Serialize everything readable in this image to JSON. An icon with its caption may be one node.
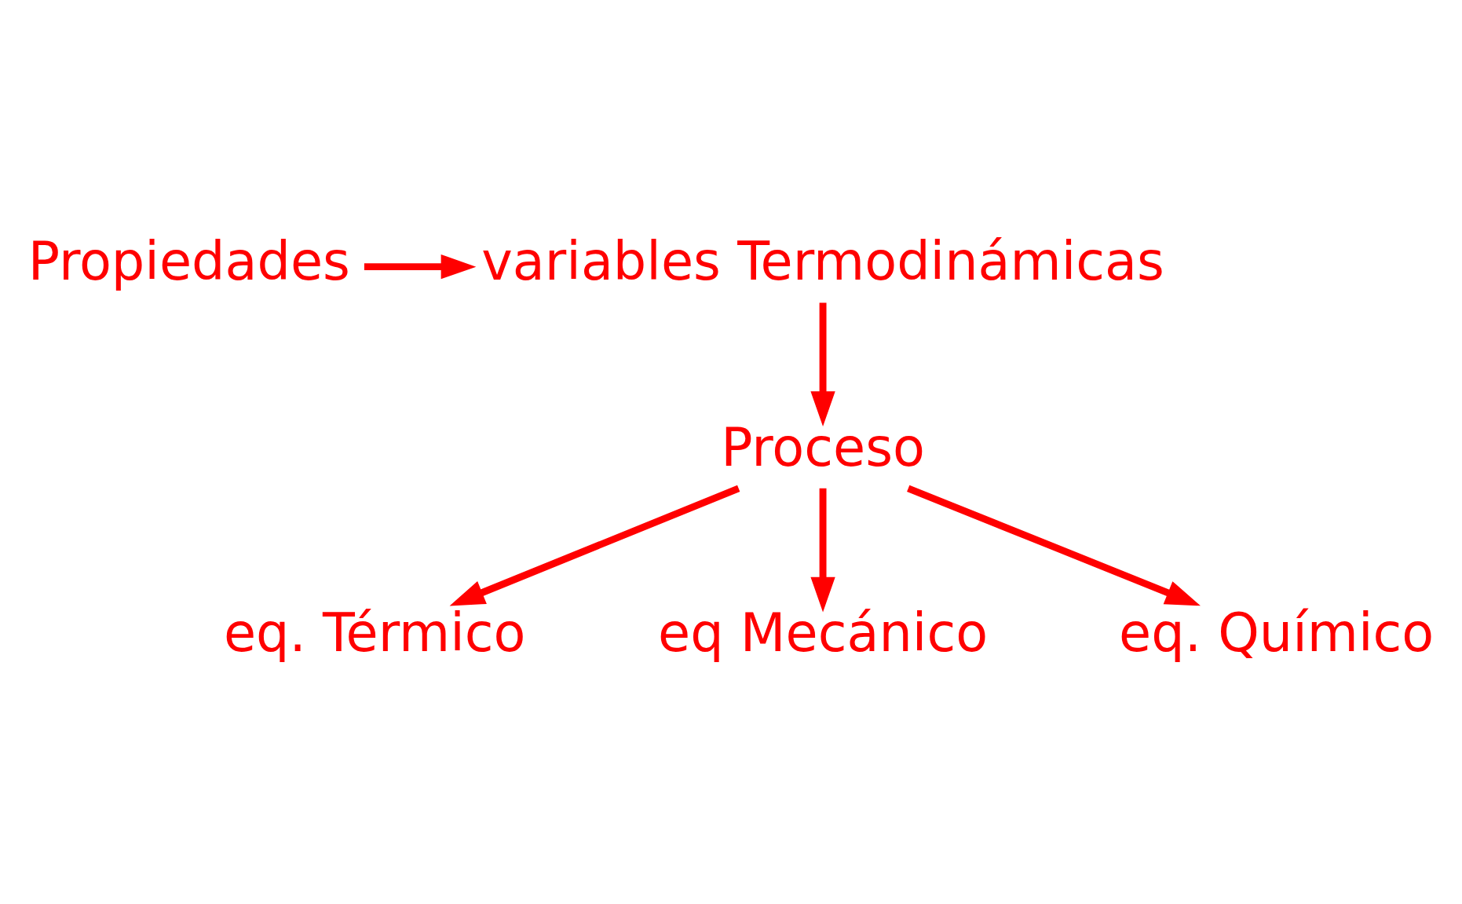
{
  "diagram": {
    "nodes": [
      {
        "text": [
          "Propiedades"
        ]
      },
      {
        "text": [
          "variables Termodinámicas"
        ]
      },
      {
        "text": [
          "Proceso"
        ]
      },
      {
        "text": [
          "eq. Térmico"
        ]
      },
      {
        "text": [
          "eq Mecánico"
        ]
      },
      {
        "text": [
          "eq. Químico"
        ]
      }
    ],
    "edges": [
      {
        "from": 0,
        "to": 1,
        "arrow": "to"
      },
      {
        "from": 1,
        "to": 2,
        "arrow": "to"
      },
      {
        "from": 2,
        "to": 3,
        "arrow": "to"
      },
      {
        "from": 2,
        "to": 4,
        "arrow": "to"
      },
      {
        "from": 2,
        "to": 5,
        "arrow": "to"
      }
    ]
  }
}
